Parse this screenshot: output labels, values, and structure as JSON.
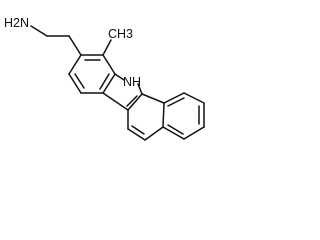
{
  "molecule": {
    "labels": {
      "amine": "H2N",
      "methyl": "CH3",
      "nh": "NH"
    },
    "colors": {
      "bond": "#111111",
      "background": "#ffffff"
    }
  }
}
